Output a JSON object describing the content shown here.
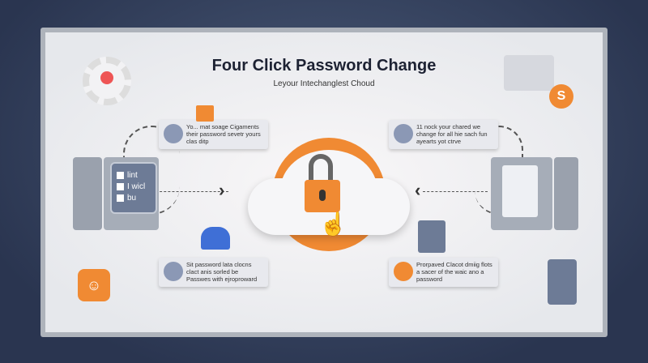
{
  "title": "Four Click Password Change",
  "subtitle": "Leyour Intechanglest Choud",
  "cards": [
    {
      "text": "Yo... mat soage Cigaments their password sevetr yours clas ditp"
    },
    {
      "text": "11 nock your chared we change for all hie sach fun ayearts yot ctrve"
    },
    {
      "text": "Sit password lata clocns clact anis sorled be Passwes with ejroproward"
    },
    {
      "text": "Prorpaved Clacot dmiig flots a sacer of the waic ano a password"
    }
  ],
  "checklist": [
    "lint",
    "I wicl",
    "bu"
  ],
  "colors": {
    "accent": "#f08a33",
    "panel": "#6d7b96"
  },
  "icons": [
    "user-gear-icon",
    "padlock-icon",
    "cursor-hand-icon",
    "smiley-icon",
    "server-icon",
    "list-document-icon"
  ]
}
